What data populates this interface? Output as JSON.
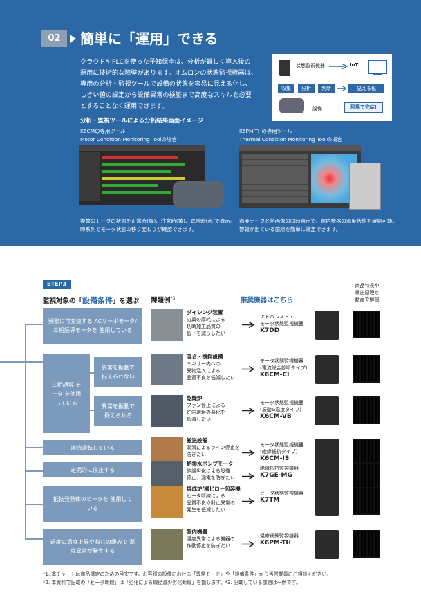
{
  "header": {
    "section_number": "02",
    "title": "簡単に「運用」できる",
    "intro_lines": [
      "クラウドやPLCを使った予知保全は、分析が難しく導入後の",
      "運用に技術的な障壁があります。オムロンの状態監視機器は、",
      "専用の分析・監視ツールで設備の状態を容易に見える化し、",
      "しきい値の設定から設備異常の検証まで高度なスキルを必要",
      "とすることなく運用できます。"
    ]
  },
  "iot_diagram": {
    "device_label": "状態監視機器",
    "iot_label": "IoT",
    "flow": [
      "収集",
      "分析",
      "判断"
    ],
    "visualize": "見える化",
    "equipment": "設備",
    "onsite": "現場で完結!"
  },
  "tools": {
    "heading": "分析・監視ツールによる分析結果画面イメージ",
    "left": {
      "line1": "K6CMの専用ツール",
      "line2": "Motor Condition Monitoring Toolの場合",
      "caption": [
        "複数のモータの状態を正常時(緑)、注意時(黄)、異常時(赤)で表示。",
        "時系列でモータ状態の移り変わりが確認できます。"
      ]
    },
    "right": {
      "line1": "K6PM-THの専用ツール",
      "line2": "Thermal Condition Monitoring Toolの場合",
      "caption": [
        "温度データと熱画像の同時表示で、盤内機器の温度状態を確認可能。",
        "警報が出ている箇所を簡単に特定できます。"
      ]
    }
  },
  "selection": {
    "step": "STEP3",
    "heading_pre": "監視対象の「",
    "heading_em": "設備条件",
    "heading_post": "」を選ぶ",
    "col_examples": "課題例",
    "col_examples_note": "*3",
    "col_recommend": "推奨機器はこちら",
    "col_qr": [
      "商品特長や",
      "検出原理を",
      "動画で解説"
    ],
    "conditions": [
      "頻繁に可変速する ACサーボモータ/三相誘導モータを 使用している",
      "三相誘導 モータ を使用 している",
      "異常を振動で 捉えられない",
      "異常を振動で 捉えられる",
      "連続運転している",
      "定期的に停止する",
      "抵抗発熱体のヒータを 使用している",
      "過度の温度上昇やねじの緩みで 温度異常が発生する"
    ],
    "rows": [
      {
        "example_title": "ダイシング装置",
        "example": [
          "刃具の摩耗による",
          "切断加工品質の",
          "低下を減らしたい"
        ],
        "rec": [
          "アドバンスド・",
          "モータ状態監視機器"
        ],
        "model": "K7DD"
      },
      {
        "example_title": "混合・撹拌設備",
        "example": [
          "ミキサー内への",
          "異物混入による",
          "品質不良を低減したい"
        ],
        "rec": [
          "モータ状態監視機器",
          "(電流総合診断タイプ)"
        ],
        "model": "K6CM-CI"
      },
      {
        "example_title": "乾燥炉",
        "example": [
          "ファン停止による",
          "炉内環境の悪化を",
          "低減したい"
        ],
        "rec": [
          "モータ状態監視機器",
          "(振動&温度タイプ)"
        ],
        "model": "K6CM-VB"
      },
      {
        "example_title": "搬送設備",
        "example": [
          "潤滑によるライン停止を",
          "防ぎたい"
        ],
        "rec": [
          "モータ状態監視機器",
          "(絶縁抵抗タイプ)"
        ],
        "model": "K6CM-IS"
      },
      {
        "example_title": "給排水ポンプモータ",
        "example": [
          "絶縁劣化による設備",
          "停止、漏電を防ぎたい"
        ],
        "rec": [
          "絶縁抵抗監視機器"
        ],
        "model": "K7GE-MG"
      },
      {
        "example_title": "焼成炉/横ピロー包装機",
        "example": [
          "ヒータ断線による",
          "品質不良や財止異常の",
          "発生を低減したい"
        ],
        "rec": [
          "ヒータ状態監視機器"
        ],
        "model": "K7TM"
      },
      {
        "example_title": "盤内機器",
        "example": [
          "温度異常による機器の",
          "作動停止を防ぎたい"
        ],
        "rec": [
          "温度状態監視機器"
        ],
        "model": "K6PM-TH"
      }
    ]
  },
  "notes": [
    "*1. 本チャートは商品選定のための目安です。お客様の設備における「異常モード」や「設備条件」から当営業員にご相談ください。",
    "*2. 本資料で記載の「ヒータ断線」は「劣化による線径減少劣化断線」を指します。*3. 記載している課題は一例です。"
  ]
}
